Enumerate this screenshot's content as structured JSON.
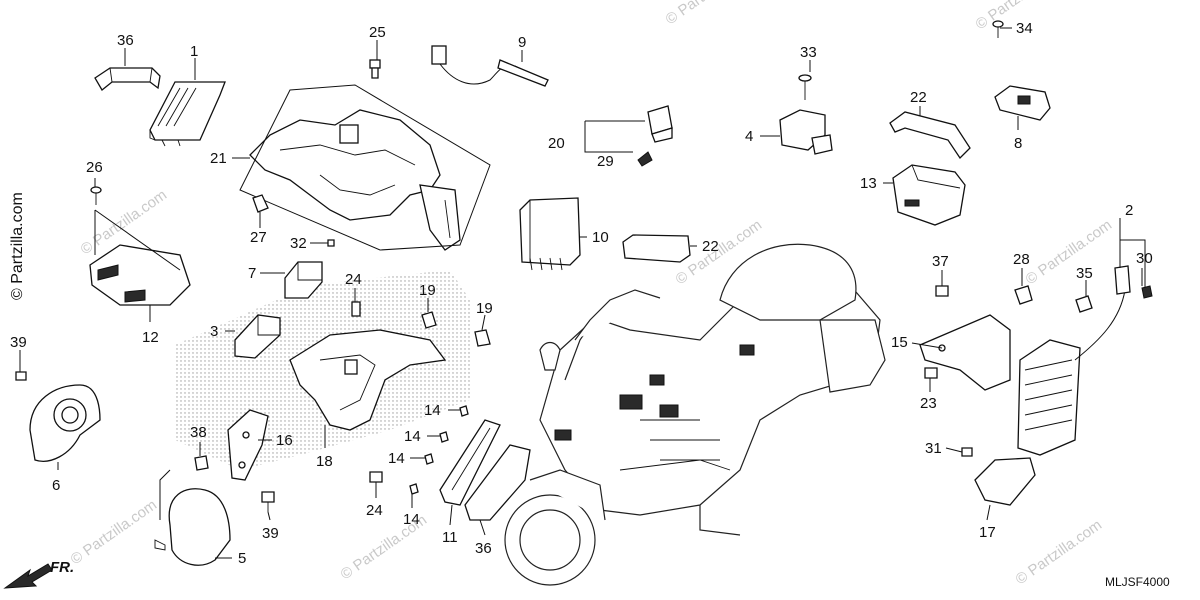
{
  "diagram_code": "MLJSF4000",
  "watermark_side": "© Partzilla.com",
  "watermark_small": "© Partzilla.com",
  "front_arrow_label": "FR.",
  "callouts": [
    {
      "id": "c36a",
      "label": "36"
    },
    {
      "id": "c1",
      "label": "1"
    },
    {
      "id": "c25",
      "label": "25"
    },
    {
      "id": "c9",
      "label": "9"
    },
    {
      "id": "c33",
      "label": "33"
    },
    {
      "id": "c34",
      "label": "34"
    },
    {
      "id": "c22a",
      "label": "22"
    },
    {
      "id": "c8",
      "label": "8"
    },
    {
      "id": "c20",
      "label": "20"
    },
    {
      "id": "c29",
      "label": "29"
    },
    {
      "id": "c4",
      "label": "4"
    },
    {
      "id": "c13",
      "label": "13"
    },
    {
      "id": "c21",
      "label": "21"
    },
    {
      "id": "c26",
      "label": "26"
    },
    {
      "id": "c27",
      "label": "27"
    },
    {
      "id": "c32",
      "label": "32"
    },
    {
      "id": "c10",
      "label": "10"
    },
    {
      "id": "c22b",
      "label": "22"
    },
    {
      "id": "c2",
      "label": "2"
    },
    {
      "id": "c30",
      "label": "30"
    },
    {
      "id": "c7",
      "label": "7"
    },
    {
      "id": "c24a",
      "label": "24"
    },
    {
      "id": "c19a",
      "label": "19"
    },
    {
      "id": "c19b",
      "label": "19"
    },
    {
      "id": "c37",
      "label": "37"
    },
    {
      "id": "c28",
      "label": "28"
    },
    {
      "id": "c35",
      "label": "35"
    },
    {
      "id": "c12",
      "label": "12"
    },
    {
      "id": "c3",
      "label": "3"
    },
    {
      "id": "c15",
      "label": "15"
    },
    {
      "id": "c39a",
      "label": "39"
    },
    {
      "id": "c23",
      "label": "23"
    },
    {
      "id": "c14a",
      "label": "14"
    },
    {
      "id": "c14b",
      "label": "14"
    },
    {
      "id": "c14c",
      "label": "14"
    },
    {
      "id": "c14d",
      "label": "14"
    },
    {
      "id": "c38",
      "label": "38"
    },
    {
      "id": "c16",
      "label": "16"
    },
    {
      "id": "c18",
      "label": "18"
    },
    {
      "id": "c6",
      "label": "6"
    },
    {
      "id": "c31",
      "label": "31"
    },
    {
      "id": "c24b",
      "label": "24"
    },
    {
      "id": "c39b",
      "label": "39"
    },
    {
      "id": "c11",
      "label": "11"
    },
    {
      "id": "c36b",
      "label": "36"
    },
    {
      "id": "c17",
      "label": "17"
    },
    {
      "id": "c5",
      "label": "5"
    }
  ]
}
